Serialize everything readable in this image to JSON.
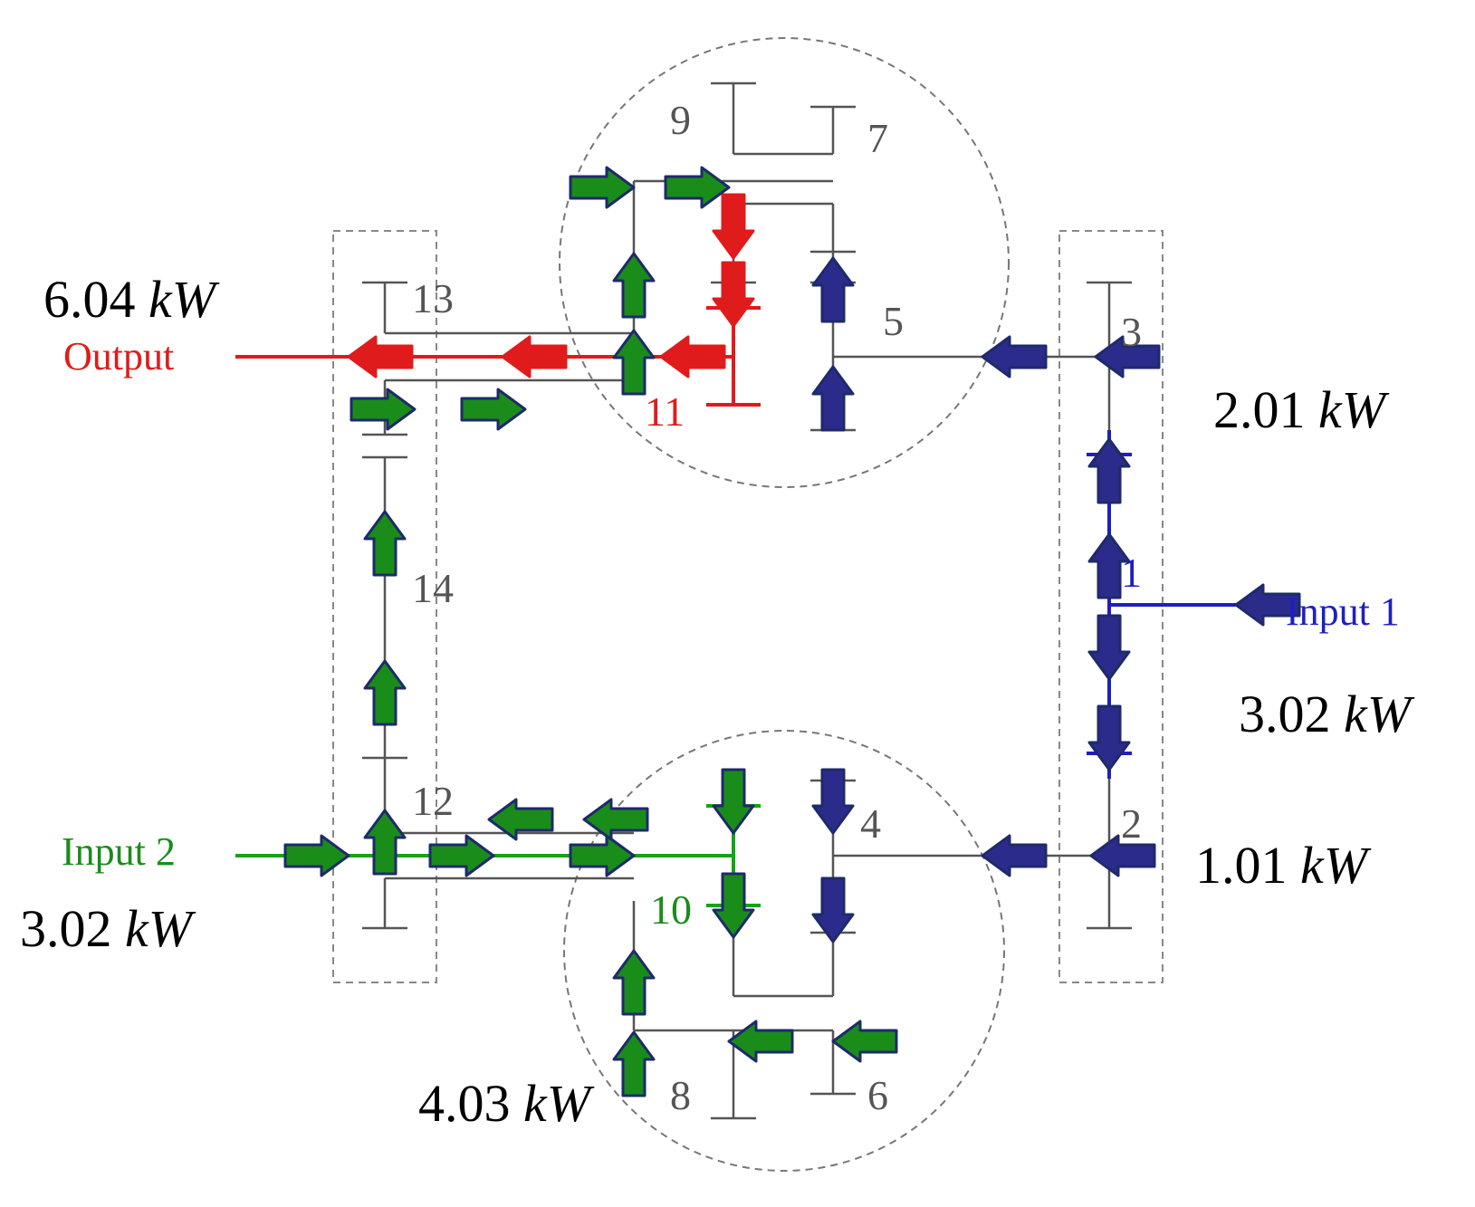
{
  "colors": {
    "blue": "#2b2b8c",
    "blue_line": "#1f1fc0",
    "red": "#e01b1b",
    "green": "#1a8c1a",
    "green_line": "#17a317",
    "outline": "#1e2a6a",
    "gray": "#555555"
  },
  "nodes": [
    {
      "id": "1",
      "label": "1"
    },
    {
      "id": "2",
      "label": "2"
    },
    {
      "id": "3",
      "label": "3"
    },
    {
      "id": "4",
      "label": "4"
    },
    {
      "id": "5",
      "label": "5"
    },
    {
      "id": "6",
      "label": "6"
    },
    {
      "id": "7",
      "label": "7"
    },
    {
      "id": "8",
      "label": "8"
    },
    {
      "id": "9",
      "label": "9"
    },
    {
      "id": "10",
      "label": "10"
    },
    {
      "id": "11",
      "label": "11"
    },
    {
      "id": "12",
      "label": "12"
    },
    {
      "id": "13",
      "label": "13"
    },
    {
      "id": "14",
      "label": "14"
    }
  ],
  "ports": {
    "output": "Output",
    "input1": "Input 1",
    "input2": "Input 2"
  },
  "powers": {
    "output": {
      "value": "6.04",
      "unit": "kW"
    },
    "upper_right": {
      "value": "2.01",
      "unit": "kW"
    },
    "input1": {
      "value": "3.02",
      "unit": "kW"
    },
    "lower_right": {
      "value": "1.01",
      "unit": "kW"
    },
    "input2": {
      "value": "3.02",
      "unit": "kW"
    },
    "bottom": {
      "value": "4.03",
      "unit": "kW"
    }
  }
}
